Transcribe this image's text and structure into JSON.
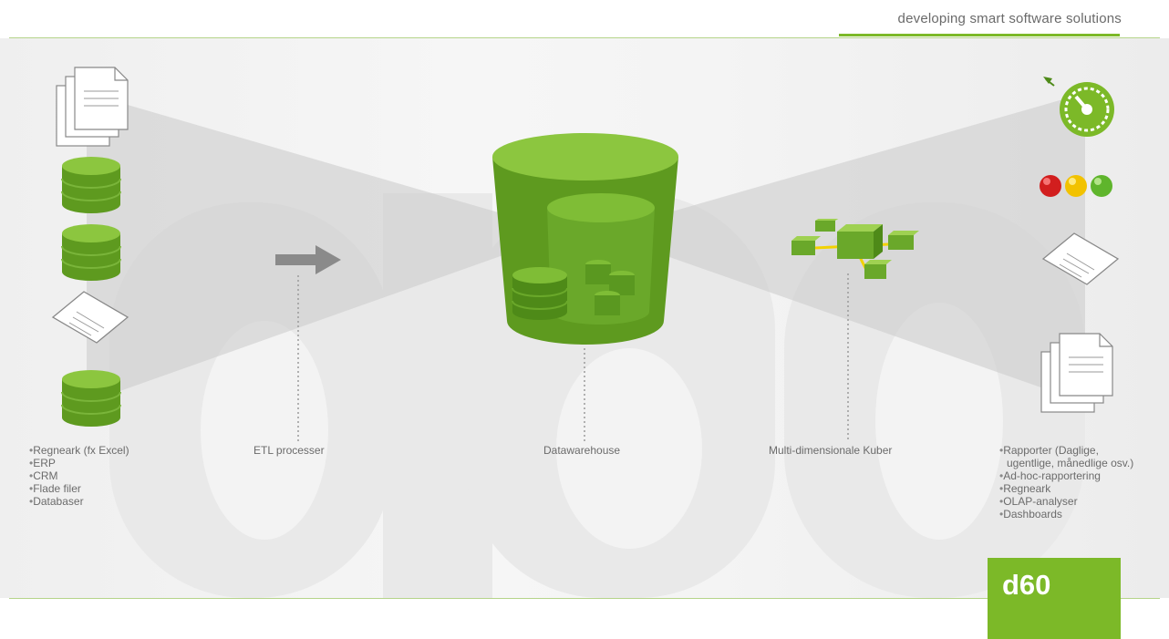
{
  "header": {
    "tagline": "developing smart software solutions"
  },
  "stages": {
    "sources": {
      "items": [
        "Regneark (fx Excel)",
        "ERP",
        "CRM",
        "Flade filer",
        "Databaser"
      ]
    },
    "etl": {
      "label": "ETL processer"
    },
    "warehouse": {
      "label": "Datawarehouse"
    },
    "cubes": {
      "label": "Multi-dimensionale Kuber"
    },
    "outputs": {
      "items": [
        "Rapporter (Daglige,",
        "ugentlige, månedlige osv.)",
        "Ad-hoc-rapportering",
        "Regneark",
        "OLAP-analyser",
        "Dashboards"
      ]
    }
  },
  "logo": {
    "text": "d60"
  },
  "colors": {
    "accent": "#7cb928",
    "db_green": "#5e9a1f",
    "light_green": "#8cc63f",
    "red_light": "#d21e1e",
    "yellow_light": "#f2c200",
    "green_light": "#5fb52c"
  },
  "icons": {
    "source_doc_stack": "document-stack-icon",
    "source_db": "database-icon",
    "source_file": "file-icon",
    "etl_arrow": "arrow-right-icon",
    "warehouse": "warehouse-cylinder-icon",
    "cube": "cube-network-icon",
    "gauge": "speedometer-icon",
    "traffic": "traffic-lights-icon",
    "output_file": "file-icon",
    "output_doc_stack": "document-stack-icon"
  }
}
